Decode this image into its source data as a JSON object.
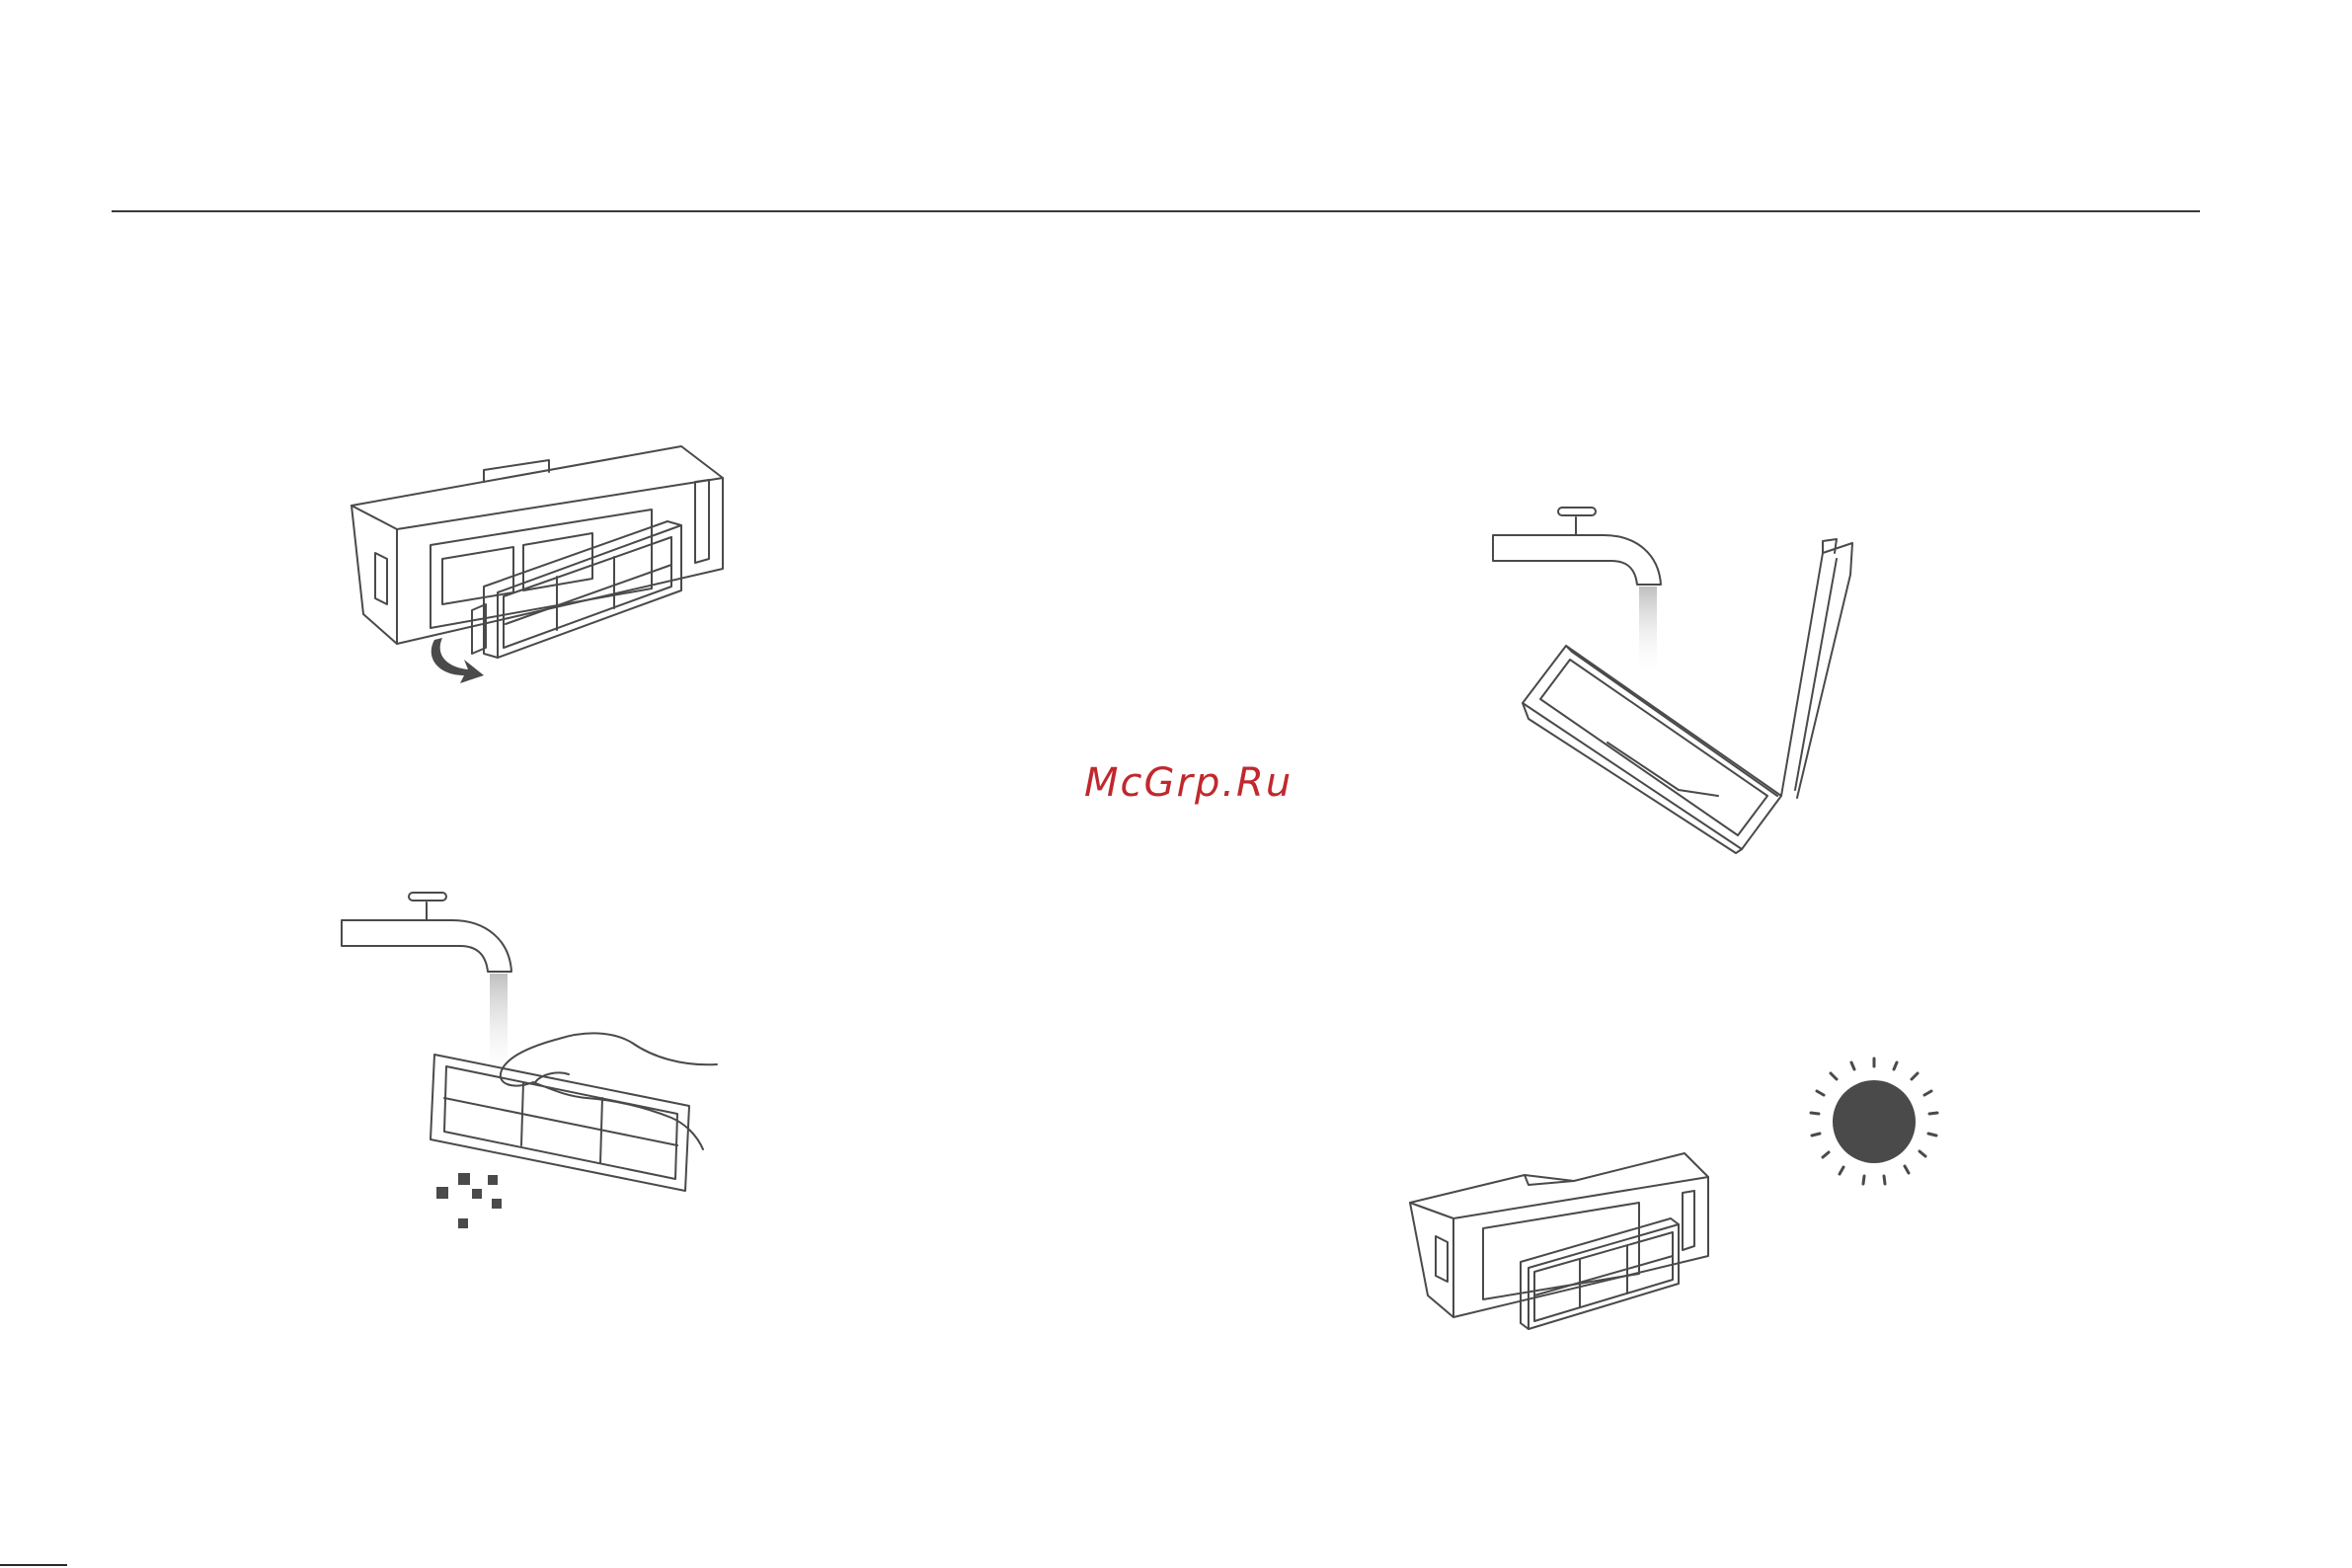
{
  "watermark": {
    "text": "McGrp.Ru",
    "color": "#c0282d"
  },
  "colors": {
    "line": "#4a4a4a",
    "sun": "#4a4a4a",
    "water": "#d0d0d0"
  },
  "illustrations": [
    "filter-removal-step",
    "filter-rinse-step",
    "dust-box-rinse-step",
    "dry-in-sun-step"
  ]
}
